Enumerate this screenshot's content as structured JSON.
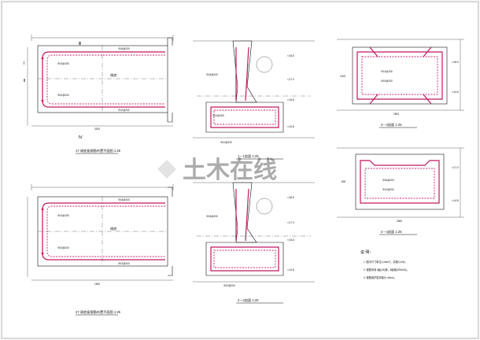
{
  "drawing": {
    "watermark_text": "土木在线",
    "views": [
      {
        "id": "view-top-left",
        "caption": "17 闸底板钢筋布置平面图 1:25",
        "label_center": "闸底"
      },
      {
        "id": "view-bottom-left",
        "caption": "27 闸底板钢筋布置平面图 1:25",
        "label_center": "闸底"
      },
      {
        "id": "view-top-middle",
        "caption": "1－1剖面 1:25"
      },
      {
        "id": "view-bottom-middle",
        "caption": "2－2剖面 1:25"
      },
      {
        "id": "view-top-right",
        "caption": "3－3剖面 1:25"
      },
      {
        "id": "view-mid-right",
        "caption": "4－4剖面 1:25"
      }
    ],
    "notes": {
      "title": "说 明：",
      "lines": [
        "1. 图中尺寸单位以mm计，高程以m计。",
        "2. 钢筋采用 Ⅰ级(A3)钢，Ⅱ级钢(20MnSi)。",
        "3. 钢筋保护层厚度为 40mm。"
      ]
    },
    "section_marks": [
      "Ⅰ",
      "Ⅱ",
      "Ⅲ",
      "Ⅳ"
    ],
    "dimension_labels": [
      "3200",
      "1600",
      "2500",
      "800",
      "1200"
    ],
    "elevation_labels": [
      "▽18.5",
      "▽17.0",
      "▽15.8",
      "▽14.8"
    ],
    "rebar_callouts": [
      "Φ16@200",
      "Φ12@200",
      "Φ14@150",
      "Φ10@200"
    ]
  }
}
